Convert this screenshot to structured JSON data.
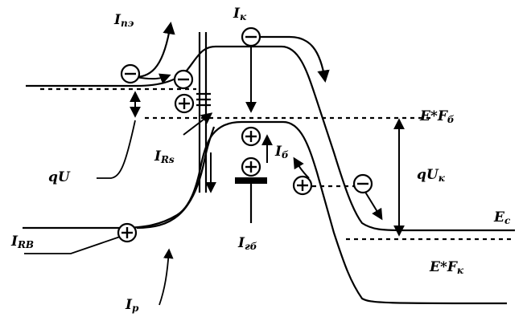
{
  "labels": {
    "i_pe": {
      "main": "I",
      "sub": "пэ"
    },
    "i_k": {
      "main": "I",
      "sub": "к"
    },
    "e_fb": {
      "main": "E*F",
      "sub": "б"
    },
    "i_rs": {
      "main": "I",
      "sub": "Rs"
    },
    "i_b": {
      "main": "I",
      "sub": "б"
    },
    "q_u": {
      "main": "qU",
      "sub": ""
    },
    "q_uk": {
      "main": "qU",
      "sub": "к"
    },
    "e_c": {
      "main": "E",
      "sub": "c"
    },
    "i_rb": {
      "main": "I",
      "sub": "RB"
    },
    "i_gb": {
      "main": "I",
      "sub": "гб"
    },
    "e_fk": {
      "main": "E*F",
      "sub": "к"
    },
    "i_p": {
      "main": "I",
      "sub": "p"
    }
  },
  "signs": {
    "electron": "−",
    "hole": "+"
  },
  "colors": {
    "ink": "#000000",
    "background": "#ffffff"
  }
}
